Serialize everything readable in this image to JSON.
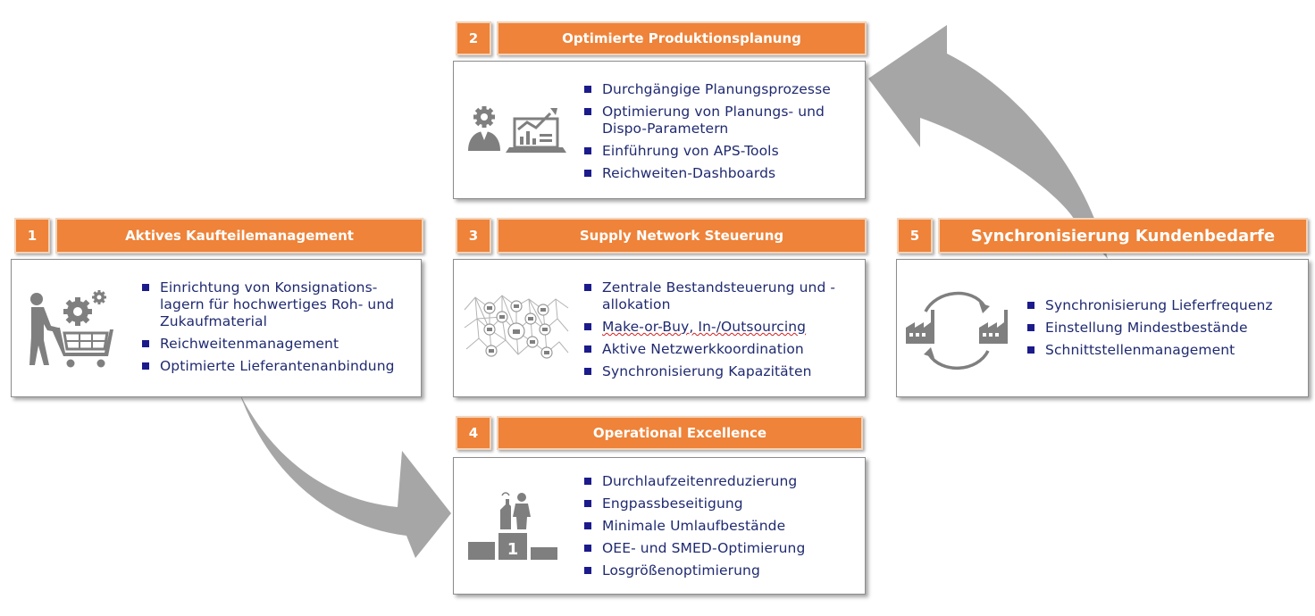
{
  "steps": [
    {
      "number": "1",
      "title": "Aktives Kaufteilemanagement",
      "icon": "shopping-cart-person-gears-icon",
      "items": [
        "Einrichtung von Konsignations-lagern für hochwertiges Roh- und Zukaufmaterial",
        "Reichweitenmanagement",
        "Optimierte Lieferantenanbindung"
      ]
    },
    {
      "number": "2",
      "title": "Optimierte Produktionsplanung",
      "icon": "planner-laptop-chart-icon",
      "items": [
        "Durchgängige Planungsprozesse",
        "Optimierung von Planungs- und Dispo-Parametern",
        "Einführung von APS-Tools",
        "Reichweiten-Dashboards"
      ]
    },
    {
      "number": "3",
      "title": "Supply Network Steuerung",
      "icon": "supply-network-icon",
      "items": [
        "Zentrale Bestandsteuerung und -allokation",
        "Make-or-Buy, In-/Outsourcing",
        "Aktive Netzwerkkoordination",
        "Synchronisierung Kapazitäten"
      ]
    },
    {
      "number": "4",
      "title": "Operational Excellence",
      "icon": "winner-podium-factory-icon",
      "items": [
        "Durchlaufzeitenreduzierung",
        "Engpassbeseitigung",
        "Minimale Umlaufbestände",
        "OEE- und SMED-Optimierung",
        "Losgrößenoptimierung"
      ]
    },
    {
      "number": "5",
      "title": "Synchronisierung Kundenbedarfe",
      "icon": "factory-sync-cycle-icon",
      "items": [
        "Synchronisierung Lieferfrequenz",
        "Einstellung Mindestbestände",
        "Schnittstellenmanagement"
      ]
    }
  ],
  "colors": {
    "header_orange": "#ee8339",
    "bullet_text": "#1f2a70",
    "arrow_gray": "#a6a6a6",
    "icon_gray": "#7f7f7f"
  },
  "podium_label": "1"
}
